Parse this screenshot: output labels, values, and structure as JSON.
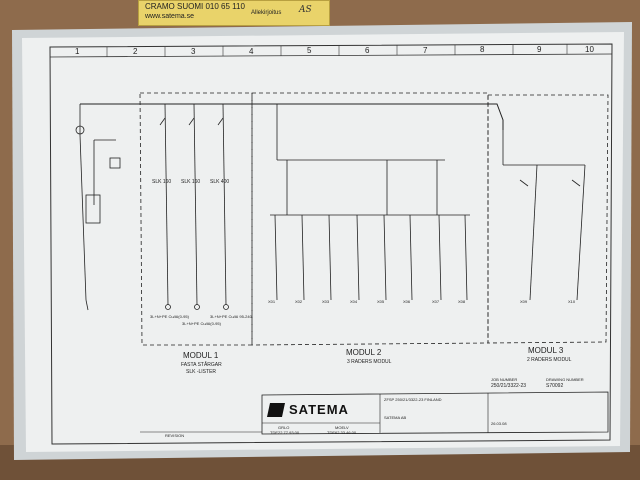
{
  "sticker": {
    "line1": "CRAMO SUOMI 010 65 110",
    "line2": "www.satema.se",
    "label": "Allekirjoitus",
    "signature": "AS"
  },
  "grid_columns": [
    "1",
    "2",
    "3",
    "4",
    "5",
    "6",
    "7",
    "8",
    "9",
    "10"
  ],
  "modules": {
    "m1": {
      "title": "MODUL 1",
      "sub1": "FASTA STÅRGAR",
      "sub2": "SLK -LISTER"
    },
    "m2": {
      "title": "MODUL 2",
      "sub1": "3 RADERS MODUL"
    },
    "m3": {
      "title": "MODUL 3",
      "sub1": "2 RADERS MODUL"
    }
  },
  "title_block": {
    "logo": "SATEMA",
    "project": "ZFSP 250/21/3322-23 FINLAND",
    "company": "SATEMA AB",
    "job_label": "JOB NUMBER",
    "job_number": "250/21/3322-23",
    "drawing_label": "DRAWING NUMBER",
    "drawing_number": "S70092",
    "date": "26.03.08",
    "city1": "GRLO",
    "city2": "MOELV",
    "phone1": "TDE22 77 93 00",
    "phone2": "TDE62 33 46 00",
    "revision_label": "REVISION"
  },
  "breakers_left": [
    "SLK 160",
    "SLK 160",
    "SLK 400"
  ],
  "outputs": [
    "X01",
    "X02",
    "X03",
    "X04",
    "X05",
    "X06",
    "X07",
    "X08",
    "X09",
    "X10"
  ],
  "modul1_cables": [
    "3L+N+PE Cu/Al(0-95)",
    "3L+N+PE Cu/Al(0-95)",
    "3L+N+PE Cu/Al 95-240"
  ]
}
